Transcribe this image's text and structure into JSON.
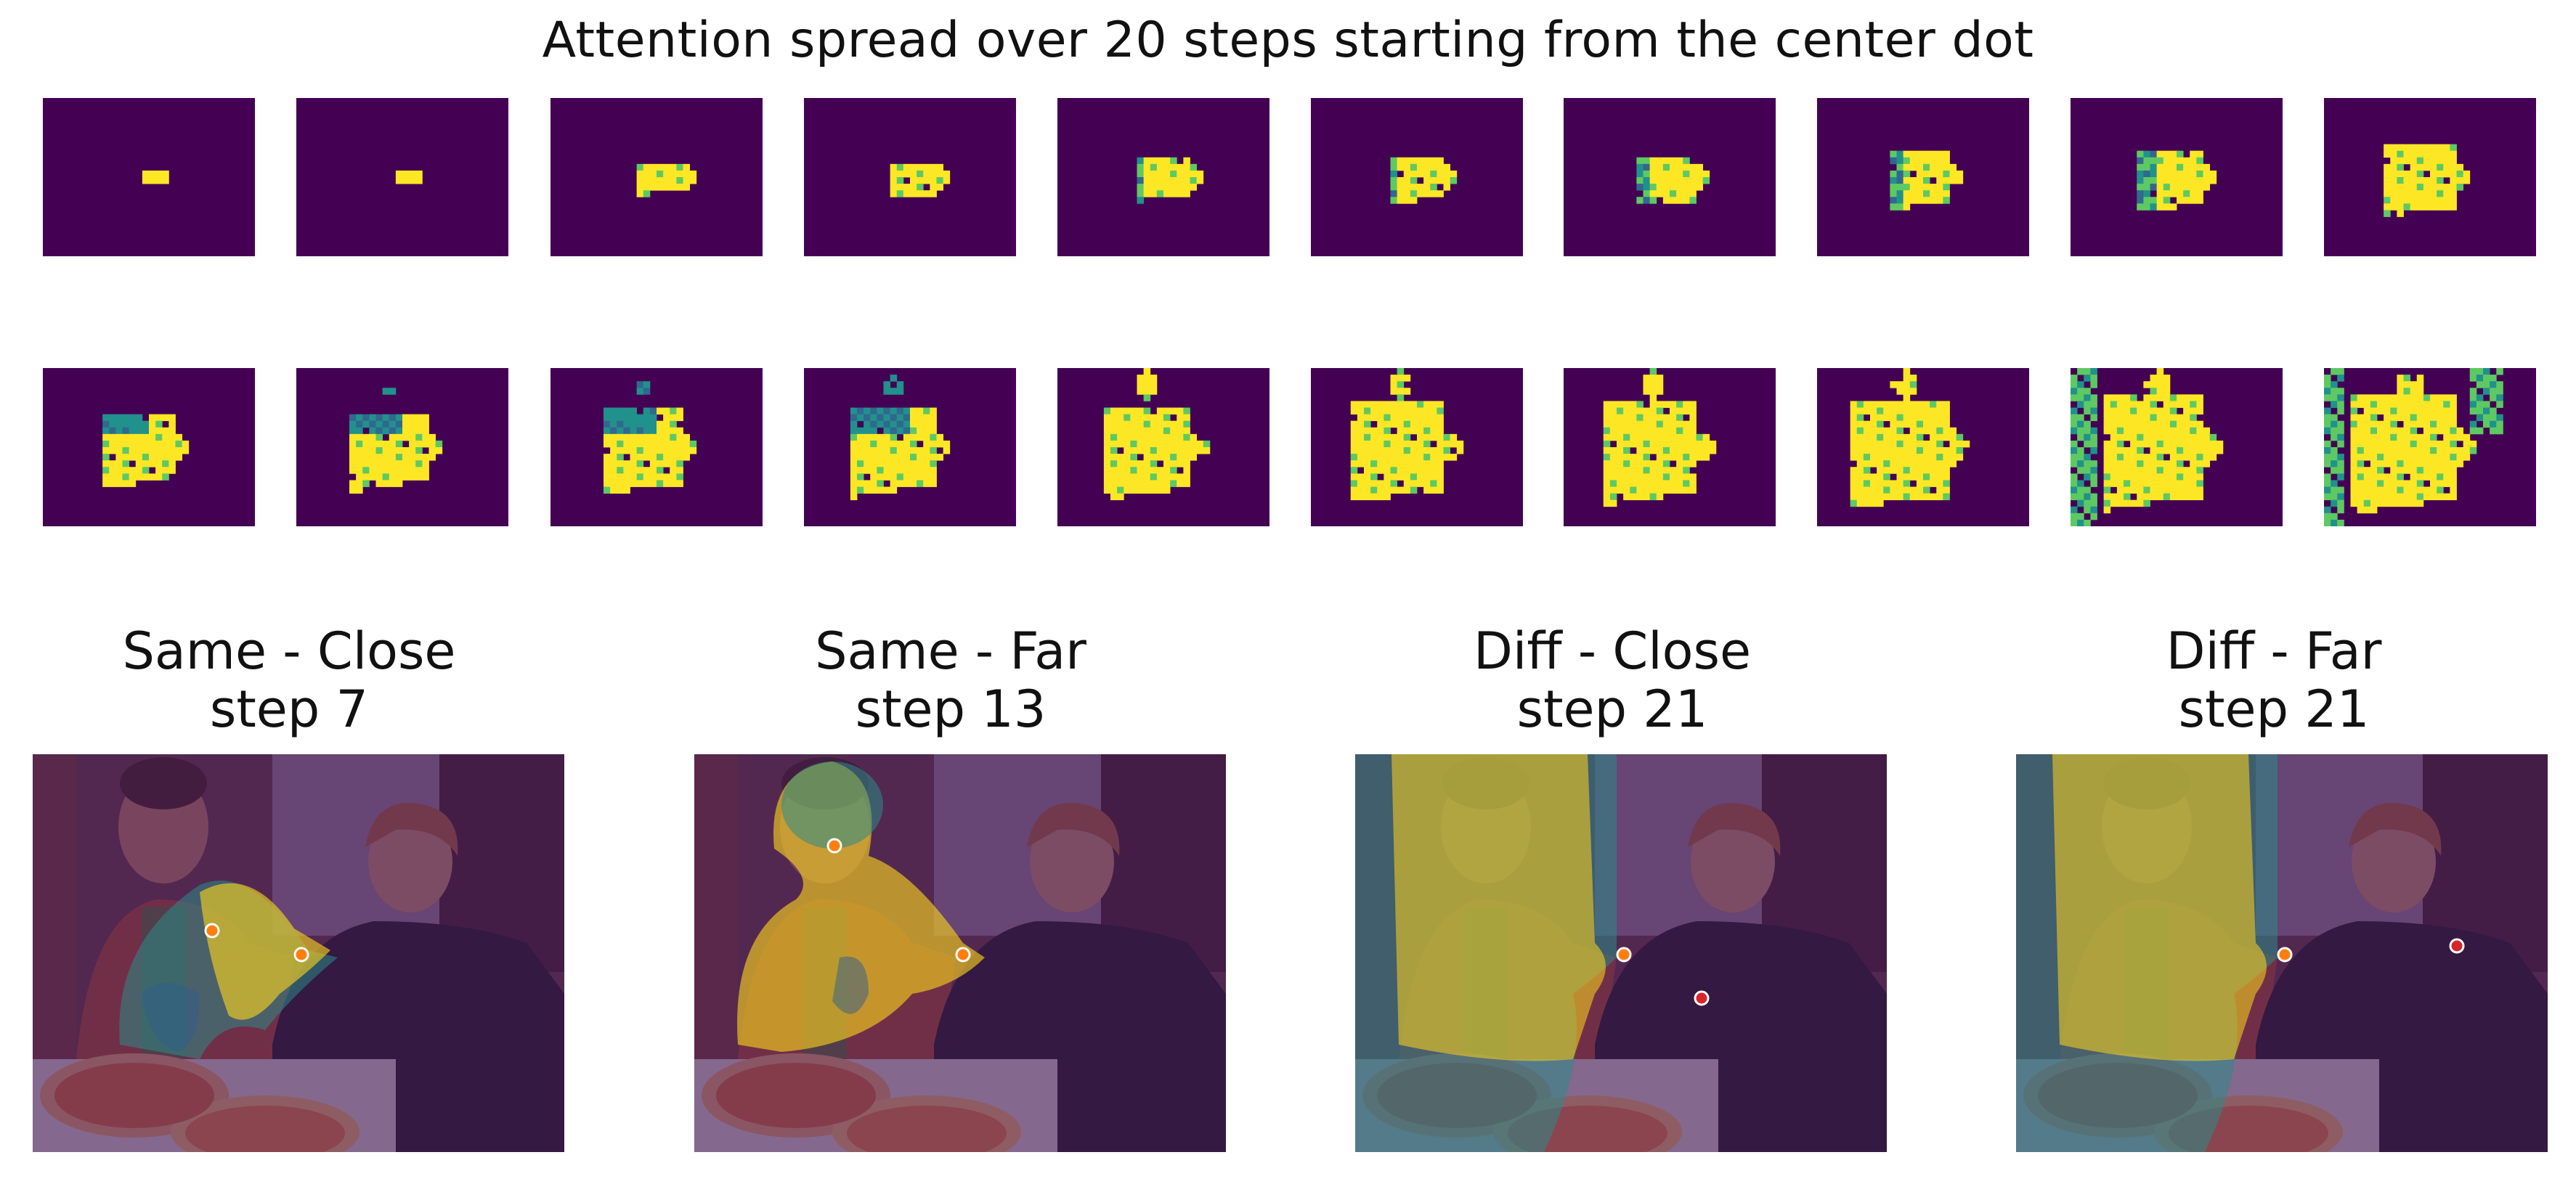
{
  "figure_title": "Attention spread over 20 steps starting from the center dot",
  "colormap": {
    "background": "#440154",
    "low": "#31688e",
    "mid": "#21918c",
    "midhigh": "#5ec962",
    "high": "#fde725"
  },
  "steps": [
    {
      "index": 1
    },
    {
      "index": 2
    },
    {
      "index": 3
    },
    {
      "index": 4
    },
    {
      "index": 5
    },
    {
      "index": 6
    },
    {
      "index": 7
    },
    {
      "index": 8
    },
    {
      "index": 9
    },
    {
      "index": 10
    },
    {
      "index": 11
    },
    {
      "index": 12
    },
    {
      "index": 13
    },
    {
      "index": 14
    },
    {
      "index": 15
    },
    {
      "index": 16
    },
    {
      "index": 17
    },
    {
      "index": 18
    },
    {
      "index": 19
    },
    {
      "index": 20
    }
  ],
  "panels": [
    {
      "line1": "Same - Close",
      "line2": "step 7"
    },
    {
      "line1": "Same - Far",
      "line2": "step 13"
    },
    {
      "line1": "Diff - Close",
      "line2": "step 21"
    },
    {
      "line1": "Diff - Far",
      "line2": "step 21"
    }
  ],
  "photo_overlay_colors": {
    "tint": "#4a1a5a",
    "attention_high": "#f2cc1f",
    "attention_mid": "#2c8a86",
    "attention_low": "#2f5e8e",
    "source_dot": "#ff7f0e",
    "target_dot": "#d62728"
  }
}
